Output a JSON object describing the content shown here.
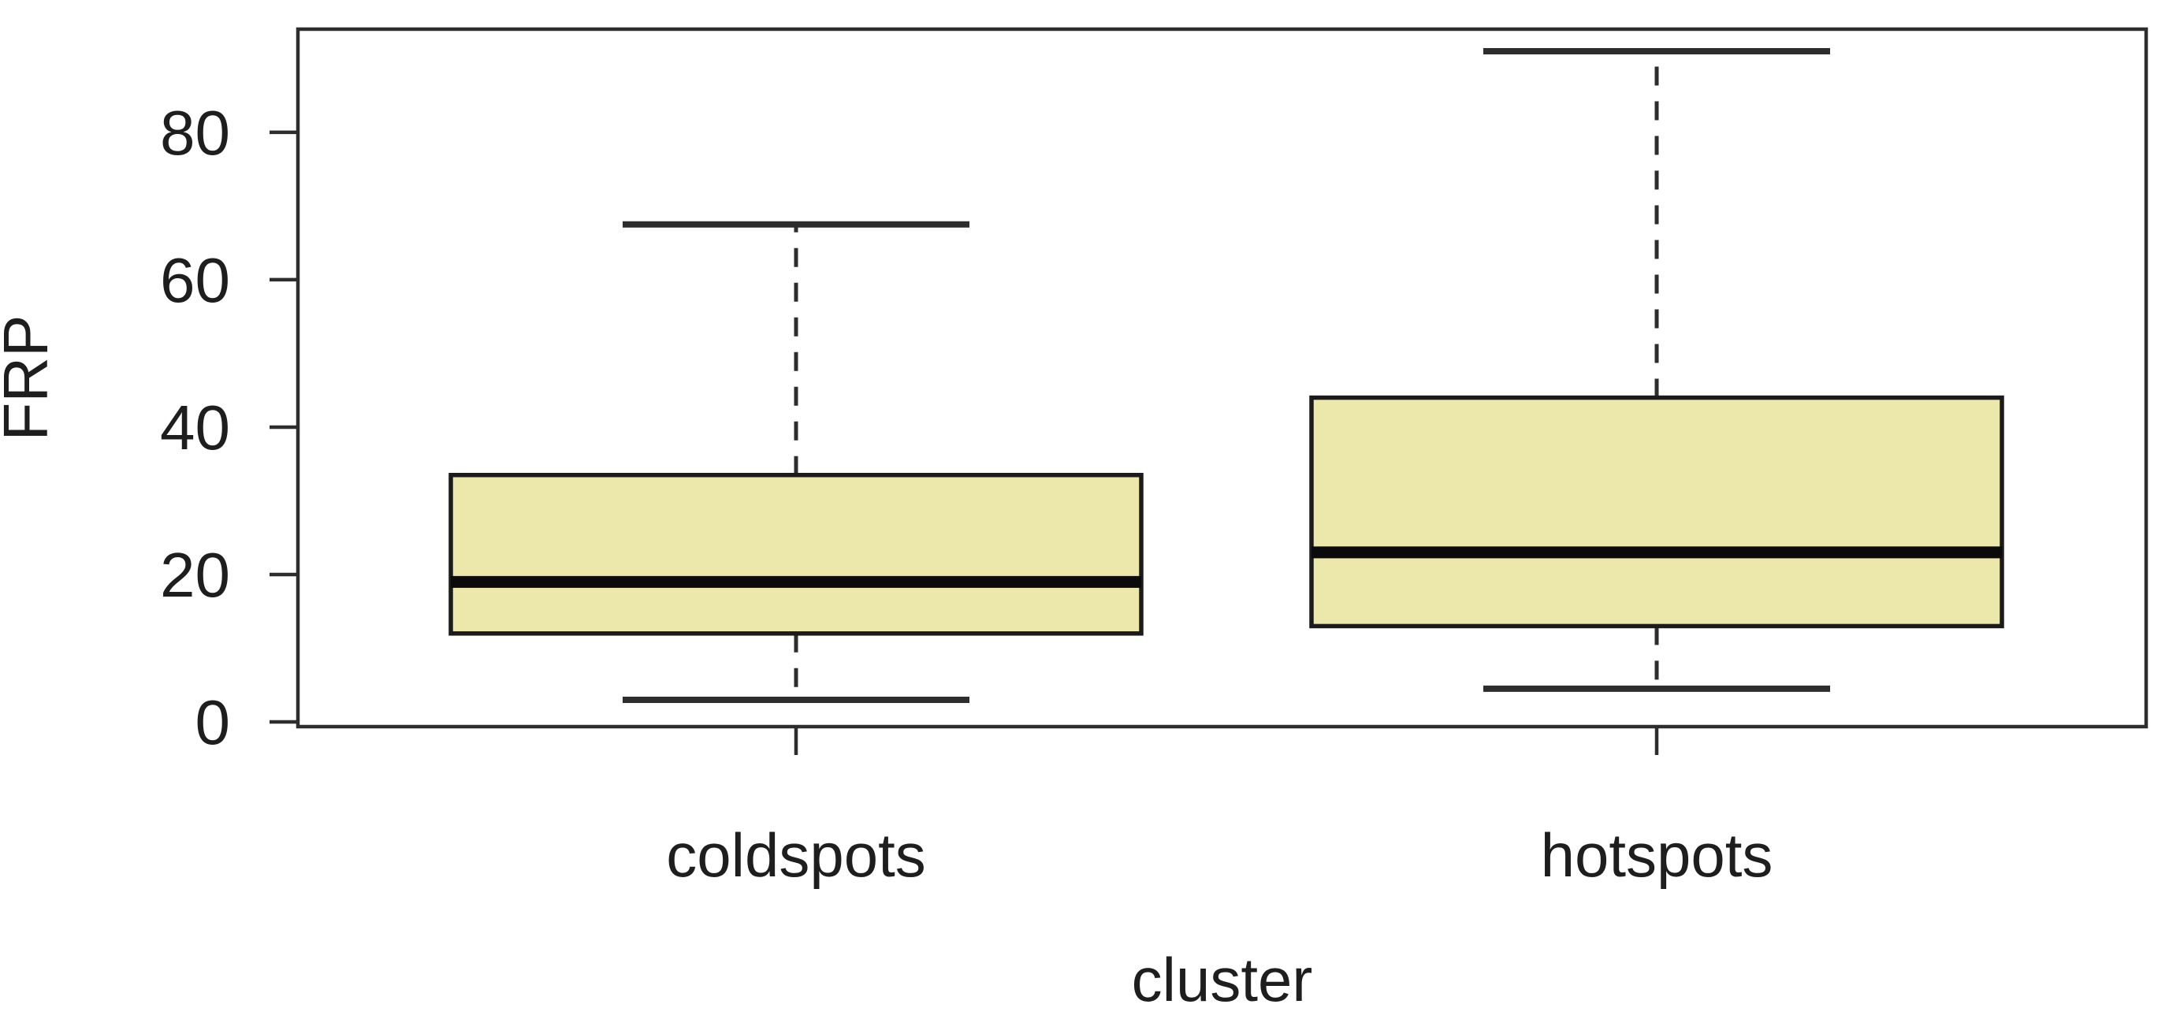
{
  "figure": {
    "background": "#ffffff"
  },
  "chart_data": {
    "type": "boxplot",
    "title": "",
    "xlabel": "cluster",
    "ylabel": "FRP",
    "categories": [
      "coldspots",
      "hotspots"
    ],
    "y_ticks": [
      0,
      20,
      40,
      60,
      80
    ],
    "y_tick_labels": [
      "0",
      "20",
      "40",
      "60",
      "80"
    ],
    "ylim": [
      0,
      94
    ],
    "grid": false,
    "legend": "none",
    "orientation": "vertical",
    "series": [
      {
        "name": "coldspots",
        "whisker_low": 3,
        "q1": 12,
        "median": 19,
        "q3": 33.5,
        "whisker_high": 67.5,
        "outliers": []
      },
      {
        "name": "hotspots",
        "whisker_low": 4.5,
        "q1": 13,
        "median": 23,
        "q3": 44,
        "whisker_high": 91,
        "outliers": []
      }
    ],
    "colors": {
      "box_fill": "#ece7aa",
      "box_border": "#1b1b1b",
      "median": "#0b0b0b",
      "axis": "#2d2d2d",
      "whisker": "#2d2d2d",
      "text": "#1e1e1e"
    }
  }
}
